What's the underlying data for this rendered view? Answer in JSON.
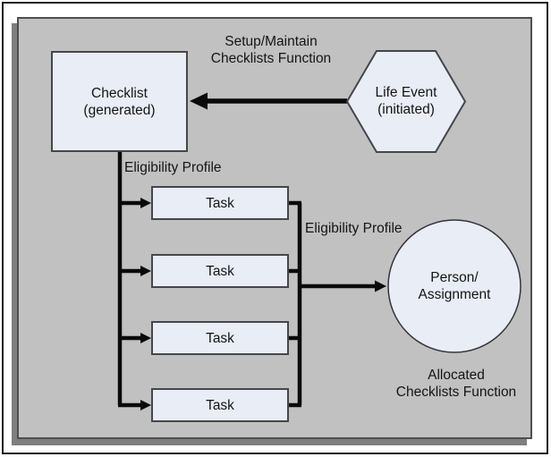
{
  "diagram": {
    "description": "Checklists process flow diagram"
  },
  "nodes": {
    "checklist": {
      "line1": "Checklist",
      "line2": "(generated)"
    },
    "life_event": {
      "line1": "Life Event",
      "line2": "(initiated)"
    },
    "person_assignment": {
      "line1": "Person/",
      "line2": "Assignment"
    },
    "tasks": [
      "Task",
      "Task",
      "Task",
      "Task"
    ]
  },
  "labels": {
    "setup_function": {
      "line1": "Setup/Maintain",
      "line2": "Checklists Function"
    },
    "eligibility_profile_left": "Eligibility Profile",
    "eligibility_profile_right": "Eligibility Profile",
    "allocated_function": {
      "line1": "Allocated",
      "line2": "Checklists Function"
    }
  },
  "colors": {
    "page_bg": "#ffffff",
    "frame_border": "#1a1a1a",
    "panel_bg": "#c1c1c1",
    "panel_border": "#4f4f4f",
    "panel_shadow": "#7f7f7f",
    "node_fill": "#e9edf6",
    "node_border": "#45454d",
    "connector": "#0a0a0a",
    "text": "#141414"
  }
}
